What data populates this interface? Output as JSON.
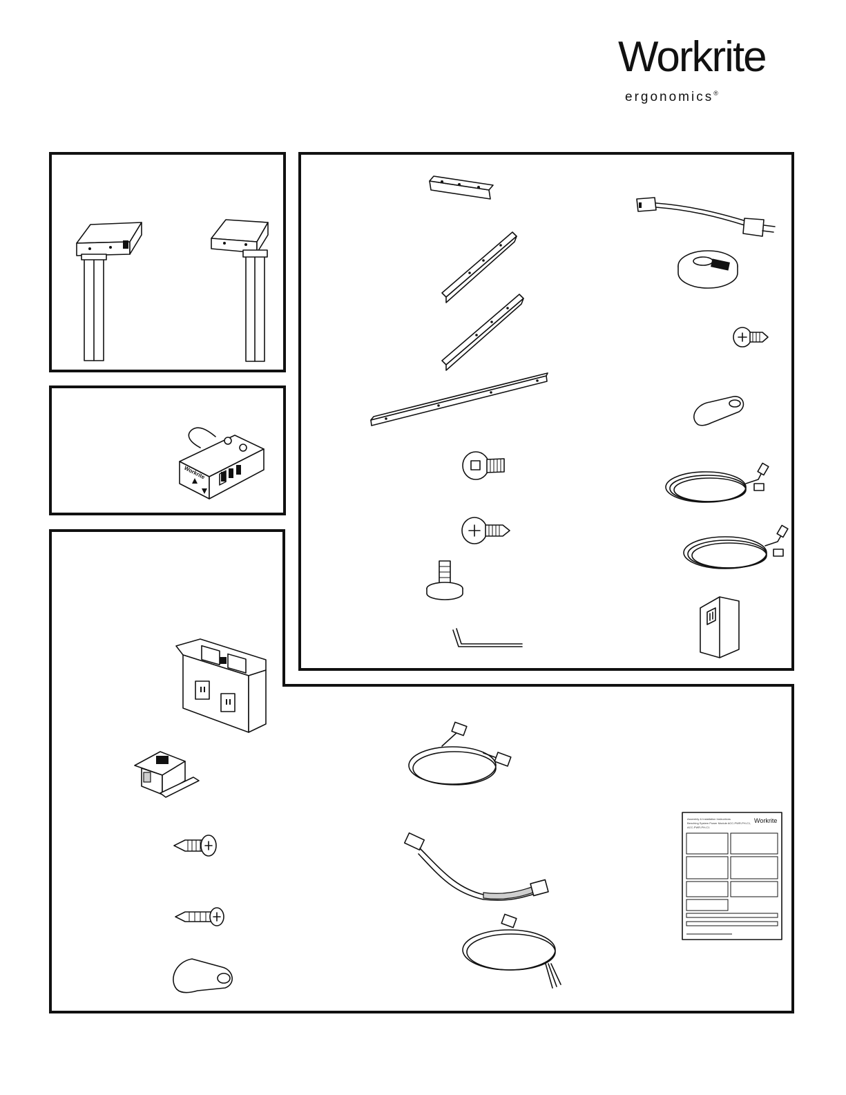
{
  "brand": {
    "name": "Workrite",
    "tagline": "ergonomics",
    "mark": "®"
  },
  "panels": {
    "legs": "table legs",
    "controller": "control switch",
    "hardware": "hardware kit",
    "power": "power module"
  },
  "icons": [
    "leg-column-icon",
    "control-switch-icon",
    "mounting-bracket-icon",
    "side-rail-icon",
    "cross-bar-icon",
    "flat-head-screw-icon",
    "pan-head-screw-icon",
    "leveling-glide-icon",
    "hex-key-icon",
    "power-cord-icon",
    "grommet-icon",
    "cable-clip-icon",
    "coiled-cable-icon",
    "power-adapter-icon",
    "power-outlet-box-icon",
    "junction-box-icon",
    "harness-cable-icon",
    "instruction-sheet-icon"
  ],
  "instruction_sheet": {
    "title": "Assembly & Installation Instructions",
    "subtitle": "Benching System Power Module ACC-PWR-PH-C1,",
    "subtitle2": "ACC-PWR-PH-C1",
    "logo": "Workrite"
  }
}
